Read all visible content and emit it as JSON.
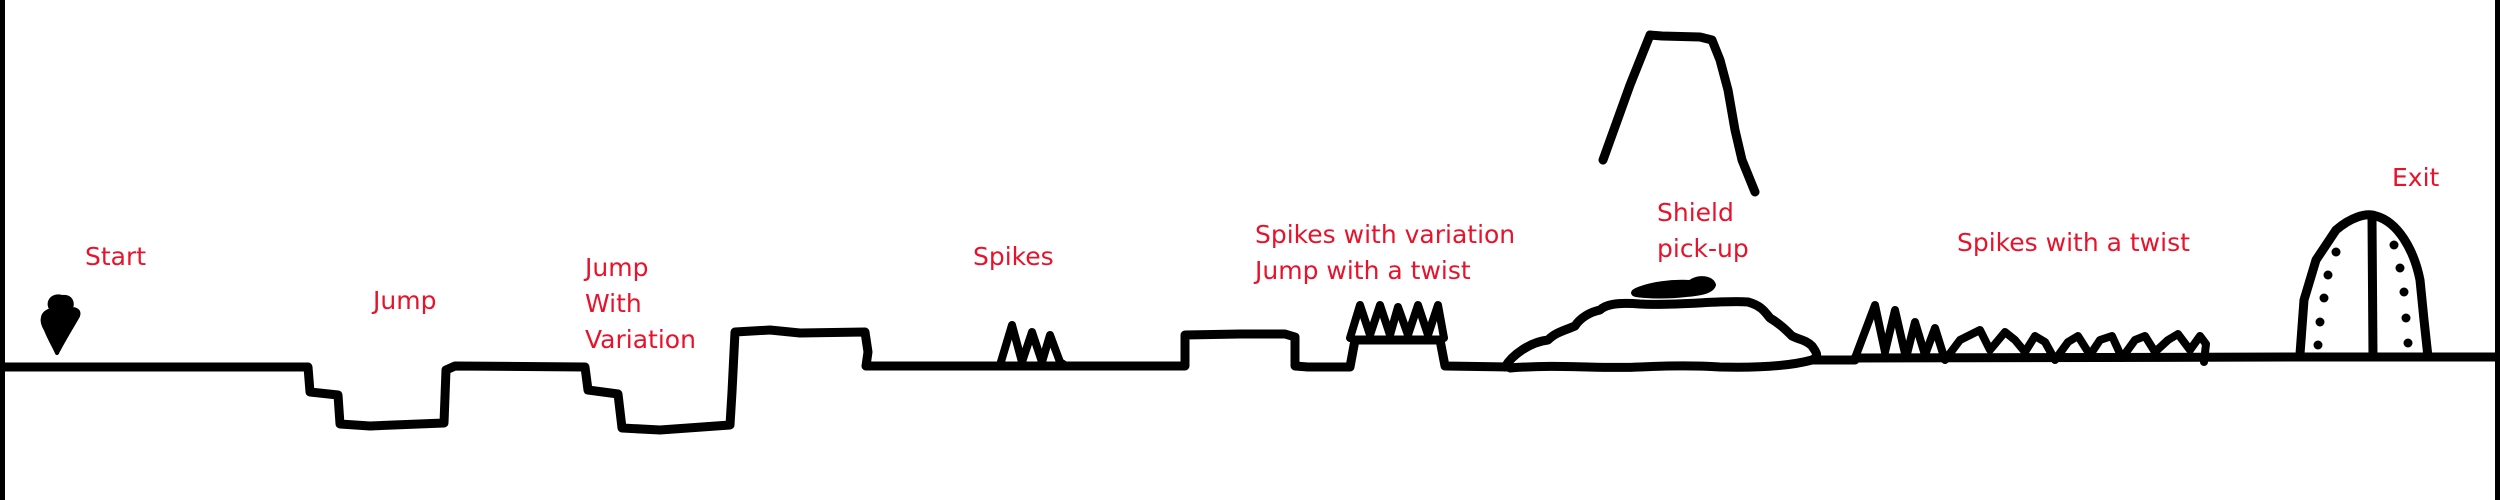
{
  "labels": {
    "start": "Start",
    "jump": "Jump",
    "jump_with_variation": [
      "Jump",
      "With",
      "Variation"
    ],
    "spikes": "Spikes",
    "spikes_with_variation": "Spikes with variation",
    "jump_with_a_twist": "Jump with a twist",
    "shield_pickup": [
      "Shield",
      "pick-up"
    ],
    "spikes_with_a_twist": "Spikes with a twist",
    "exit": "Exit"
  },
  "colors": {
    "ink": "#000000",
    "annotation": "#e8132b",
    "background": "#ffffff"
  }
}
